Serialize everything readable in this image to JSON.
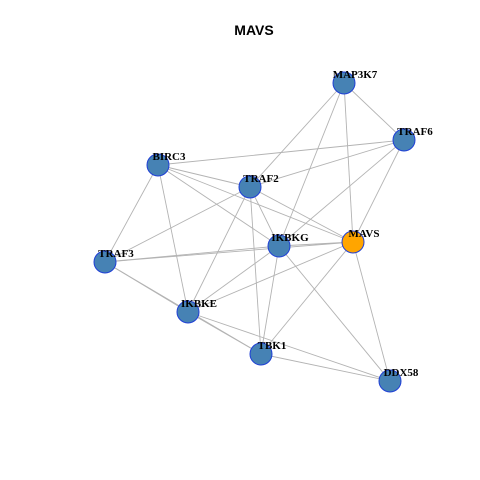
{
  "title": "MAVS",
  "colors": {
    "node_default": "#4682b4",
    "node_highlight": "#ffa500",
    "node_border": "#1f3fd6",
    "edge": "#b3b3b3"
  },
  "nodes": [
    {
      "id": "MAP3K7",
      "label": "MAP3K7",
      "highlight": false
    },
    {
      "id": "TRAF6",
      "label": "TRAF6",
      "highlight": false
    },
    {
      "id": "BIRC3",
      "label": "BIRC3",
      "highlight": false
    },
    {
      "id": "TRAF2",
      "label": "TRAF2",
      "highlight": false
    },
    {
      "id": "IKBKG",
      "label": "IKBKG",
      "highlight": false
    },
    {
      "id": "MAVS",
      "label": "MAVS",
      "highlight": true
    },
    {
      "id": "TRAF3",
      "label": "TRAF3",
      "highlight": false
    },
    {
      "id": "IKBKE",
      "label": "IKBKE",
      "highlight": false
    },
    {
      "id": "TBK1",
      "label": "TBK1",
      "highlight": false
    },
    {
      "id": "DDX58",
      "label": "DDX58",
      "highlight": false
    }
  ],
  "edges": [
    [
      "MAP3K7",
      "TRAF6"
    ],
    [
      "MAP3K7",
      "TRAF2"
    ],
    [
      "MAP3K7",
      "IKBKG"
    ],
    [
      "MAP3K7",
      "MAVS"
    ],
    [
      "TRAF6",
      "BIRC3"
    ],
    [
      "TRAF6",
      "TRAF2"
    ],
    [
      "TRAF6",
      "IKBKG"
    ],
    [
      "TRAF6",
      "MAVS"
    ],
    [
      "BIRC3",
      "TRAF2"
    ],
    [
      "BIRC3",
      "IKBKG"
    ],
    [
      "BIRC3",
      "MAVS"
    ],
    [
      "BIRC3",
      "TRAF3"
    ],
    [
      "BIRC3",
      "IKBKE"
    ],
    [
      "TRAF2",
      "IKBKG"
    ],
    [
      "TRAF2",
      "MAVS"
    ],
    [
      "TRAF2",
      "TRAF3"
    ],
    [
      "TRAF2",
      "IKBKE"
    ],
    [
      "TRAF2",
      "TBK1"
    ],
    [
      "IKBKG",
      "MAVS"
    ],
    [
      "IKBKG",
      "TRAF3"
    ],
    [
      "IKBKG",
      "IKBKE"
    ],
    [
      "IKBKG",
      "TBK1"
    ],
    [
      "IKBKG",
      "DDX58"
    ],
    [
      "MAVS",
      "TRAF3"
    ],
    [
      "MAVS",
      "IKBKE"
    ],
    [
      "MAVS",
      "TBK1"
    ],
    [
      "MAVS",
      "DDX58"
    ],
    [
      "TRAF3",
      "IKBKE"
    ],
    [
      "TRAF3",
      "TBK1"
    ],
    [
      "IKBKE",
      "TBK1"
    ],
    [
      "IKBKE",
      "DDX58"
    ],
    [
      "TBK1",
      "DDX58"
    ]
  ]
}
